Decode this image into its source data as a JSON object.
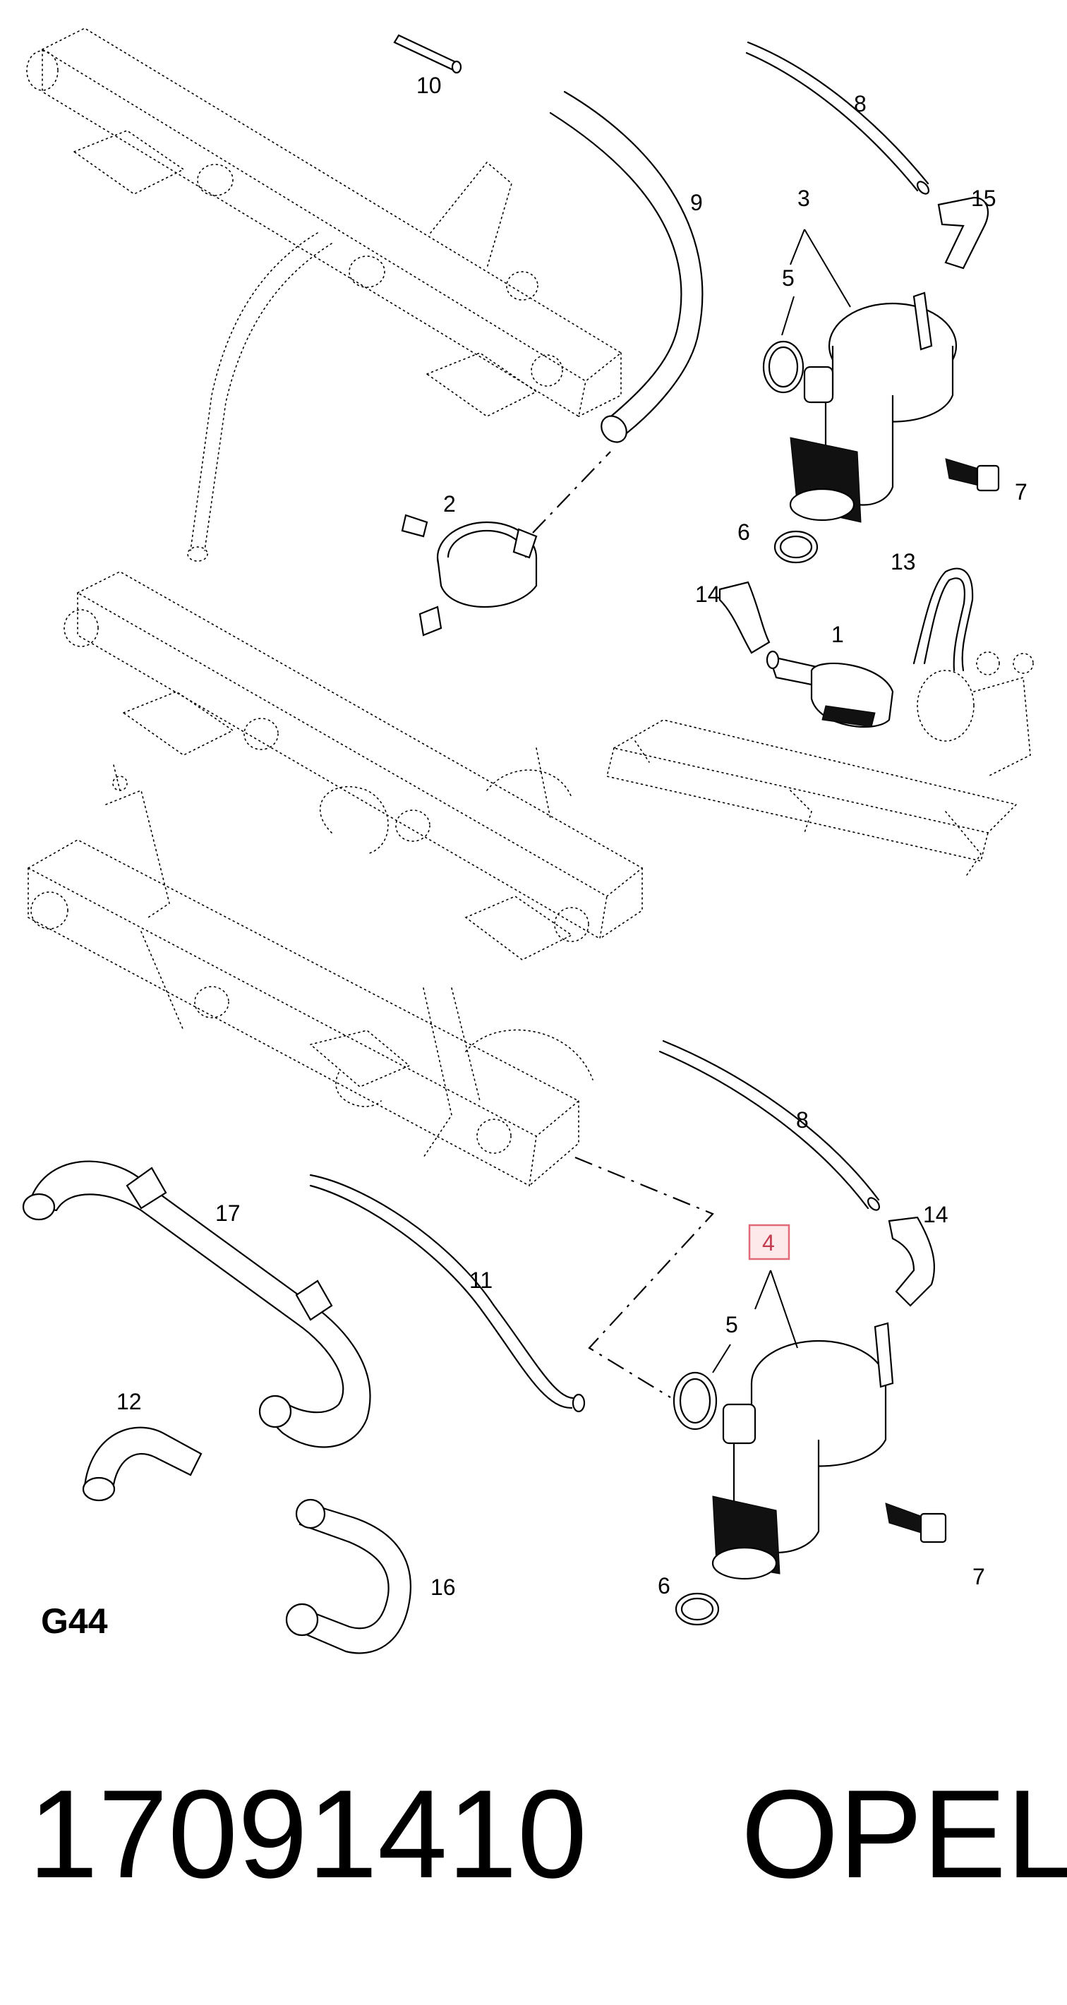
{
  "diagram": {
    "callouts": {
      "c1": "1",
      "c2": "2",
      "c3": "3",
      "c4": "4",
      "c5a": "5",
      "c5b": "5",
      "c6a": "6",
      "c6b": "6",
      "c7a": "7",
      "c7b": "7",
      "c8a": "8",
      "c8b": "8",
      "c9": "9",
      "c10": "10",
      "c11": "11",
      "c12": "12",
      "c13": "13",
      "c14a": "14",
      "c14b": "14",
      "c15": "15",
      "c16": "16",
      "c17": "17"
    },
    "highlighted_callout": "4",
    "highlight_color": "#e06a78",
    "group_code": "G44"
  },
  "footer": {
    "part_number": "17091410",
    "brand": "OPEL"
  }
}
